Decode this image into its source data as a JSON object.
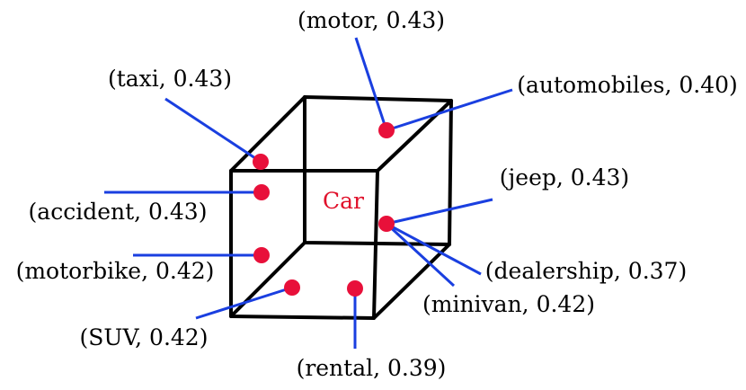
{
  "center_label": "Car",
  "colors": {
    "center_label": "#e0102a",
    "dot": "#e8103a",
    "leader": "#1a3fe0",
    "edge": "#000000"
  },
  "terms": [
    {
      "label": "(motor, 0.43)"
    },
    {
      "label": "(taxi, 0.43)"
    },
    {
      "label": "(automobiles, 0.40)"
    },
    {
      "label": "(accident, 0.43)"
    },
    {
      "label": "(jeep, 0.43)"
    },
    {
      "label": "(motorbike, 0.42)"
    },
    {
      "label": "(dealership, 0.37)"
    },
    {
      "label": "(minivan, 0.42)"
    },
    {
      "label": "(SUV, 0.42)"
    },
    {
      "label": "(rental, 0.39)"
    }
  ]
}
